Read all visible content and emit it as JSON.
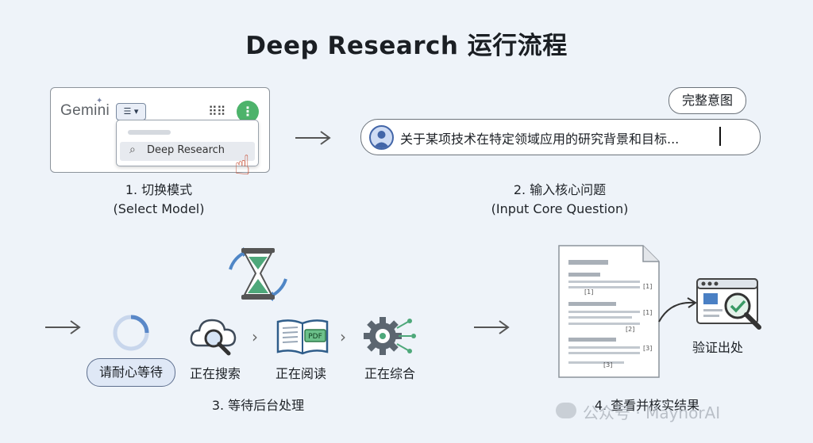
{
  "title": "Deep Research 运行流程",
  "step1": {
    "logo_text": "Gemini",
    "menu_item": "Deep Research",
    "caption_line1": "1. 切换模式",
    "caption_line2": "(Select Model)"
  },
  "step2": {
    "bubble": "完整意图",
    "query_text": "关于某项技术在特定领域应用的研究背景和目标...",
    "caption_line1": "2. 输入核心问题",
    "caption_line2": "(Input Core Question)"
  },
  "step3": {
    "wait_label": "请耐心等待",
    "stages": [
      "正在搜索",
      "正在阅读",
      "正在综合"
    ],
    "pdf_label": "PDF",
    "caption": "3. 等待后台处理"
  },
  "step4": {
    "citations": [
      "[1]",
      "[1]",
      "[1]",
      "[2]",
      "[3]",
      "[3]"
    ],
    "verify_label": "验证出处",
    "caption": "4. 查看并核实结果"
  },
  "watermark": "公众号 · MaynorAI",
  "colors": {
    "background": "#eef3f9",
    "accent_green": "#4db36b",
    "accent_blue": "#4366a8"
  }
}
